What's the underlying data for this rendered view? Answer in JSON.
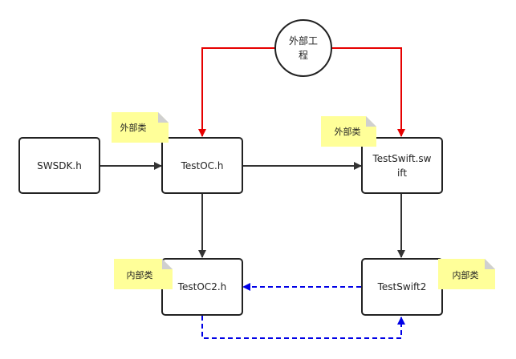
{
  "diagram": {
    "nodes": {
      "swsdk": {
        "label": "SWSDK.h"
      },
      "testoc": {
        "label": "TestOC.h"
      },
      "testswift": {
        "line1": "TestSwift.sw",
        "line2": "ift"
      },
      "testoc2": {
        "label": "TestOC2.h"
      },
      "testswift2": {
        "label": "TestSwift2"
      },
      "external_project": {
        "line1": "外部工",
        "line2": "程"
      }
    },
    "notes": {
      "external_class_left": "外部类",
      "external_class_right": "外部类",
      "internal_class_left": "内部类",
      "internal_class_right": "内部类"
    },
    "colors": {
      "node_border": "#222222",
      "arrow_black": "#333333",
      "arrow_red": "#e60000",
      "arrow_blue_dashed": "#0000e6",
      "note_fill": "#ffff99",
      "note_fold": "#d0d0d0"
    }
  }
}
